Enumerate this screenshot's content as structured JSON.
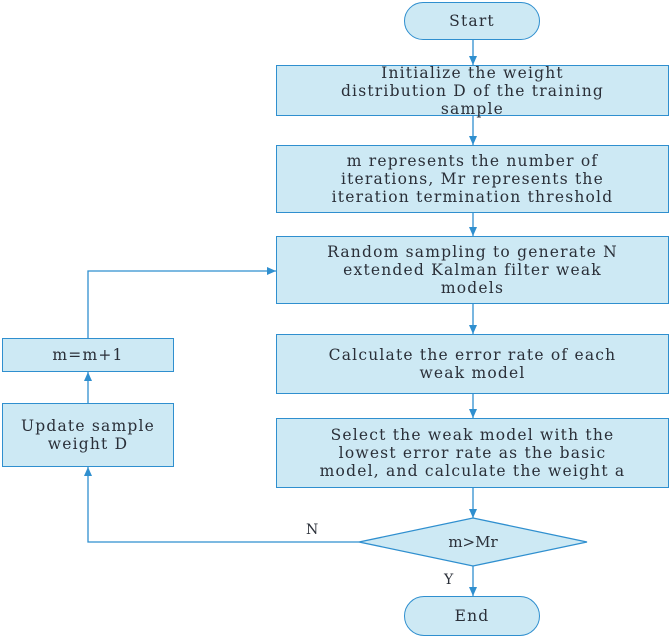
{
  "flowchart": {
    "start": "Start",
    "init": "Initialize the weight\ndistribution D of the training\nsample",
    "iterations": "m represents the number of\niterations, Mr represents the\niteration termination threshold",
    "sampling": "Random sampling to generate N\nextended Kalman filter weak\nmodels",
    "error_rate": "Calculate the error rate of each\nweak model",
    "select": "Select the weak model with the\nlowest error rate as the basic\nmodel, and calculate the weight a",
    "decision": "m>Mr",
    "update": "Update sample\nweight D",
    "increment": "m=m+1",
    "end": "End",
    "label_no": "N",
    "label_yes": "Y"
  },
  "colors": {
    "box_fill": "#cde9f4",
    "line": "#2f8fcf",
    "text": "#2a2f38"
  }
}
